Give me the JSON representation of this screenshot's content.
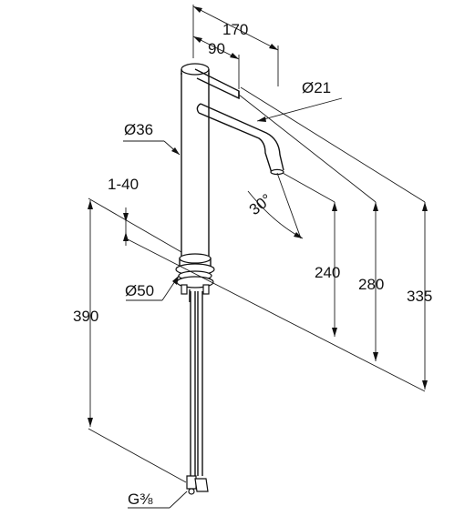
{
  "labels": {
    "width_170": "170",
    "width_90": "90",
    "dia_21": "Ø21",
    "dia_36": "Ø36",
    "range_1_40": "1-40",
    "angle_30": "30°",
    "height_240": "240",
    "height_280": "280",
    "height_335": "335",
    "dia_50": "Ø50",
    "height_390": "390",
    "thread_g38": "G⅜"
  }
}
